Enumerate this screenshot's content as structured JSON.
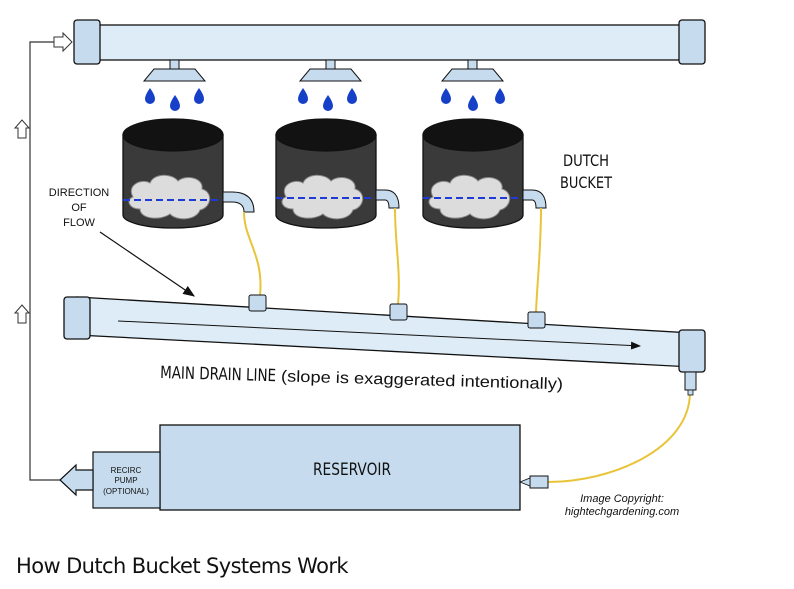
{
  "diagram": {
    "labels": {
      "direction": [
        "DIRECTION",
        "OF",
        "FLOW"
      ],
      "dutch_bucket": [
        "DUTCH",
        "BUCKET"
      ],
      "main_drain_line": "MAIN DRAIN LINE",
      "slope_note": "(slope is exaggerated intentionally)",
      "reservoir": "RESERVOIR",
      "pump": [
        "RECIRC",
        "PUMP",
        "(OPTIONAL)"
      ],
      "copyright": [
        "Image Copyright:",
        "hightechgardening.com"
      ]
    },
    "buckets": [
      {
        "name": "bucket-1"
      },
      {
        "name": "bucket-2"
      },
      {
        "name": "bucket-3"
      }
    ],
    "colors": {
      "pipe_fill": "#ddecf6",
      "pipe_cap": "#c6dcee",
      "reservoir": "#c6dcee",
      "bucket_body": "#3a3a3a",
      "bucket_top": "#121212",
      "water_drop": "#1740c8",
      "water_line": "#1f3bd6",
      "drain_tube": "#e8c43a",
      "outline": "#111111"
    }
  },
  "caption": "How Dutch Bucket Systems Work"
}
